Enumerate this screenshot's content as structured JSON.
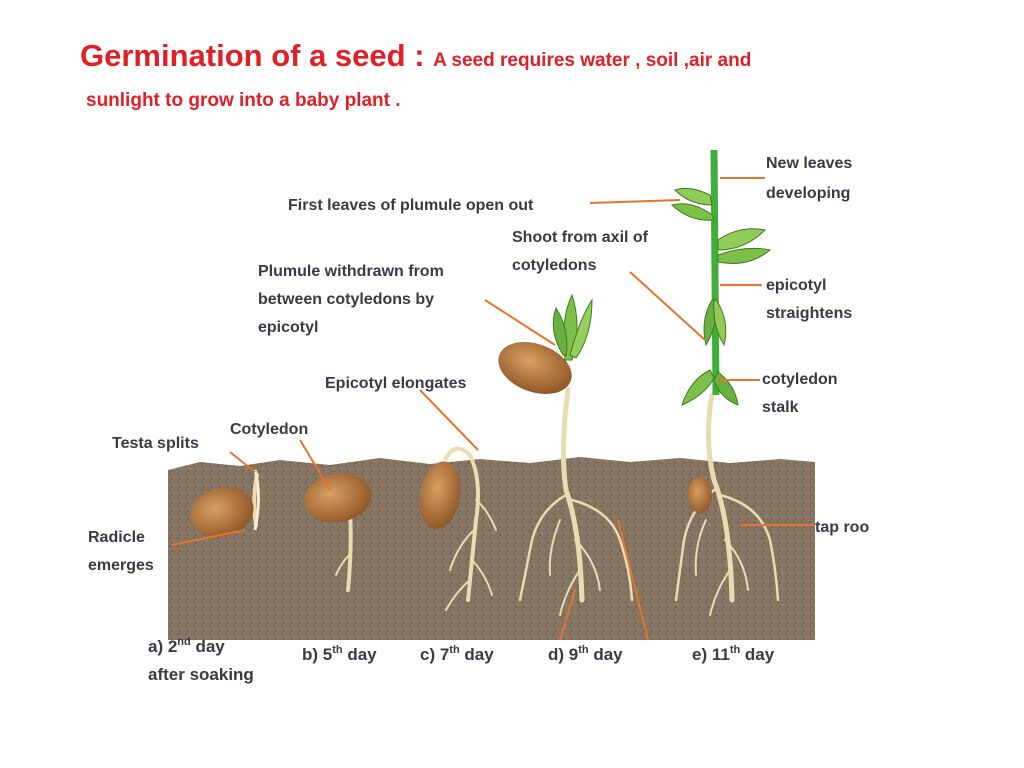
{
  "title": {
    "main": "Germination of a seed : ",
    "rest": "A seed requires water , soil ,air  and",
    "line2": "sunlight to grow  into a baby plant ."
  },
  "labels": {
    "first_leaves": "First leaves of plumule open out",
    "new_leaves_1": "New leaves",
    "new_leaves_2": "developing",
    "shoot_axil_1": "Shoot from axil of",
    "shoot_axil_2": "cotyledons",
    "plumule_1": "Plumule withdrawn from",
    "plumule_2": "between cotyledons by",
    "plumule_3": "epicotyl",
    "epicotyl_straightens_1": "epicotyl",
    "epicotyl_straightens_2": "straightens",
    "epicotyl_elongates": "Epicotyl elongates",
    "cotyledon_stalk_1": "cotyledon",
    "cotyledon_stalk_2": "stalk",
    "testa_splits": "Testa splits",
    "cotyledon": "Cotyledon",
    "radicle_1": "Radicle",
    "radicle_2": "emerges",
    "tap_root": "tap roo"
  },
  "stages": [
    {
      "prefix": "a) 2",
      "sup": "nd",
      "suffix": " day",
      "line2": "after soaking"
    },
    {
      "prefix": "b) 5",
      "sup": "th",
      "suffix": " day"
    },
    {
      "prefix": "c) 7",
      "sup": "th",
      "suffix": " day"
    },
    {
      "prefix": "d) 9",
      "sup": "th",
      "suffix": " day"
    },
    {
      "prefix": "e) 11",
      "sup": "th",
      "suffix": " day"
    }
  ],
  "colors": {
    "title": "#e01f26",
    "label_text": "#3a3a46",
    "pointer_line": "#e8742a",
    "soil": "#8a7a68",
    "seed": "#b8733a",
    "root": "#e9dcb0",
    "leaf": "#7cc04a"
  }
}
